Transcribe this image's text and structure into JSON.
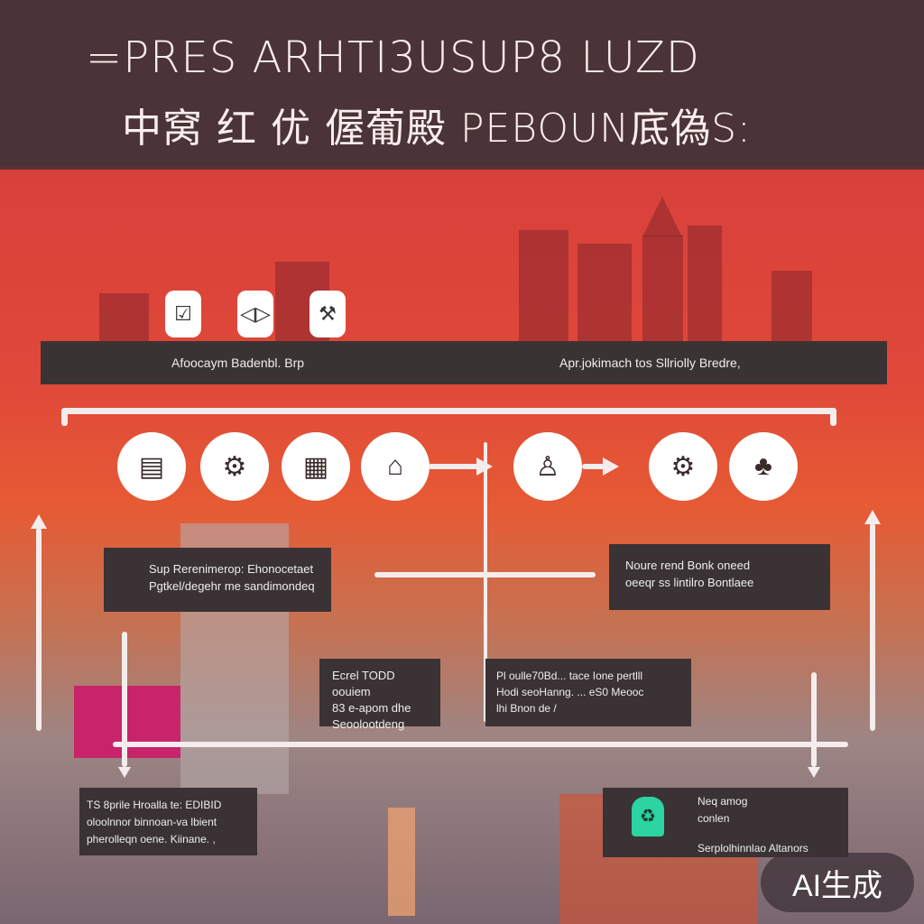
{
  "header": {
    "title_line1": "=PRES ARHTI3USUP8 LUZD",
    "title_line2": "中窝 红 优 偓葡殿 PEBOUN底偽S:"
  },
  "top_icons": [
    {
      "icon": "checkbox-icon"
    },
    {
      "icon": "eye-icon"
    },
    {
      "icon": "tools-icon"
    }
  ],
  "bar": {
    "left_text": "Afoocaym Badenbl. Brp",
    "right_text": "Apr.jokimach tos Sllriolly Bredre,"
  },
  "circles": [
    {
      "icon": "document-icon"
    },
    {
      "icon": "gear-icon"
    },
    {
      "icon": "building-icon"
    },
    {
      "icon": "factory-icon"
    },
    {
      "icon": "person-icon"
    },
    {
      "icon": "machine-icon"
    },
    {
      "icon": "tree-icon"
    }
  ],
  "boxes": {
    "box1": [
      "Sup Rerenimerop: Ehonocetaet",
      "Pgtkel/degehr me sandimondeq"
    ],
    "box2": [
      "Noure rend Bonk oneed",
      "oeeqr ss lintilro Bontlaee"
    ],
    "box3": [
      "Ecrel TODD oouiem",
      "83 e-apom dhe",
      "Seoolootdeng"
    ],
    "box4": [
      "Pl oulle70Bd... tace Ione pertlll",
      "Hodi seoHanng. ... eS0 Meooc",
      "lhi Bnon de /"
    ],
    "box5": [
      "TS 8prile Hroalla te: EDIBID",
      "oloolnnor binnoan-va lbient",
      "pherolleqn oene. Kiinane. ,"
    ],
    "box6": [
      "Neq amog",
      "conlen",
      "Serplolhinnlao Altanors"
    ]
  },
  "box6_icon": "recycle-icon",
  "colors": {
    "header": "#4b3437",
    "accent_red": "#d8403b",
    "box": "#3a3234",
    "green_icon": "#2bd4a0"
  },
  "badge": "AI生成"
}
